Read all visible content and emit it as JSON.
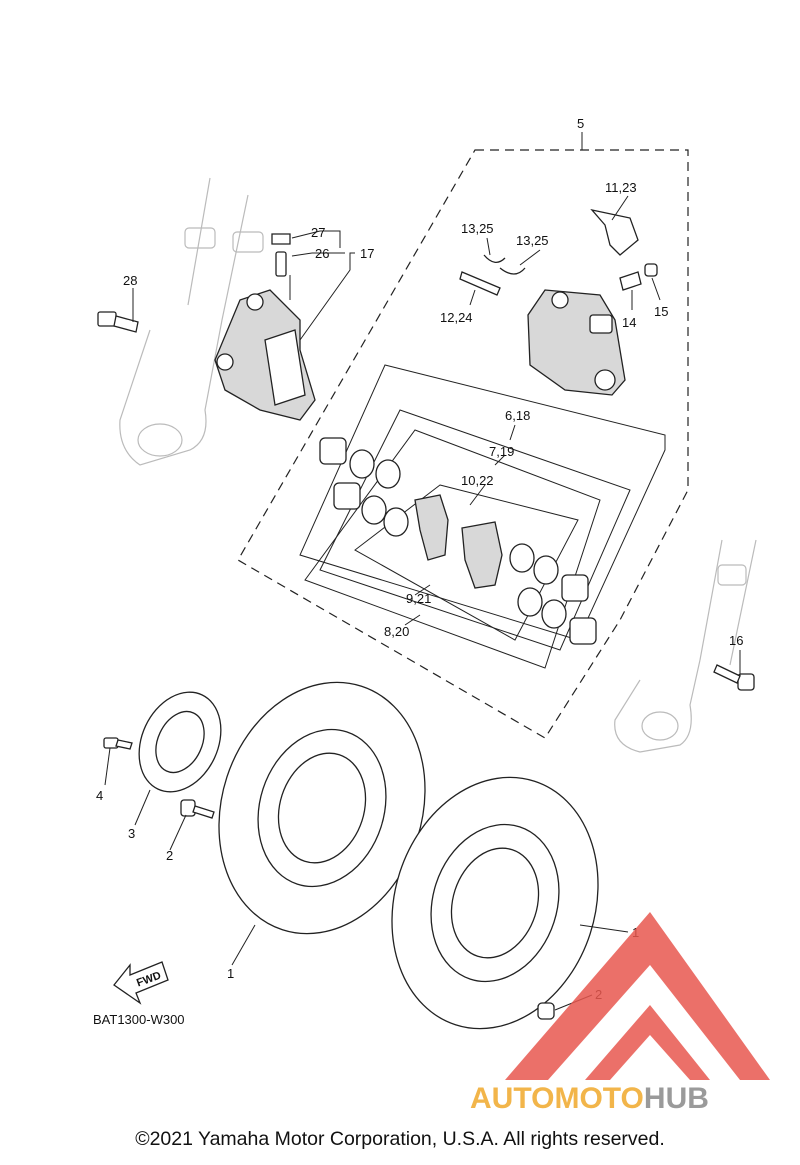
{
  "diagram": {
    "code": "BAT1300-W300",
    "fwd_label": "FWD",
    "callouts": [
      "1",
      "1",
      "2",
      "2",
      "3",
      "4",
      "5",
      "6,18",
      "7,19",
      "8,20",
      "9,21",
      "10,22",
      "11,23",
      "12,24",
      "13,25",
      "13,25",
      "14",
      "15",
      "16",
      "17",
      "26",
      "27",
      "28"
    ]
  },
  "watermark": {
    "part1": "AUTOMOTO",
    "part2": "HUB",
    "color_a": "#f2b54a",
    "color_b": "#9a9a9a",
    "logo_color": "#e8584f"
  },
  "footer": {
    "copyright": "©2021 Yamaha Motor Corporation, U.S.A. All rights reserved."
  }
}
